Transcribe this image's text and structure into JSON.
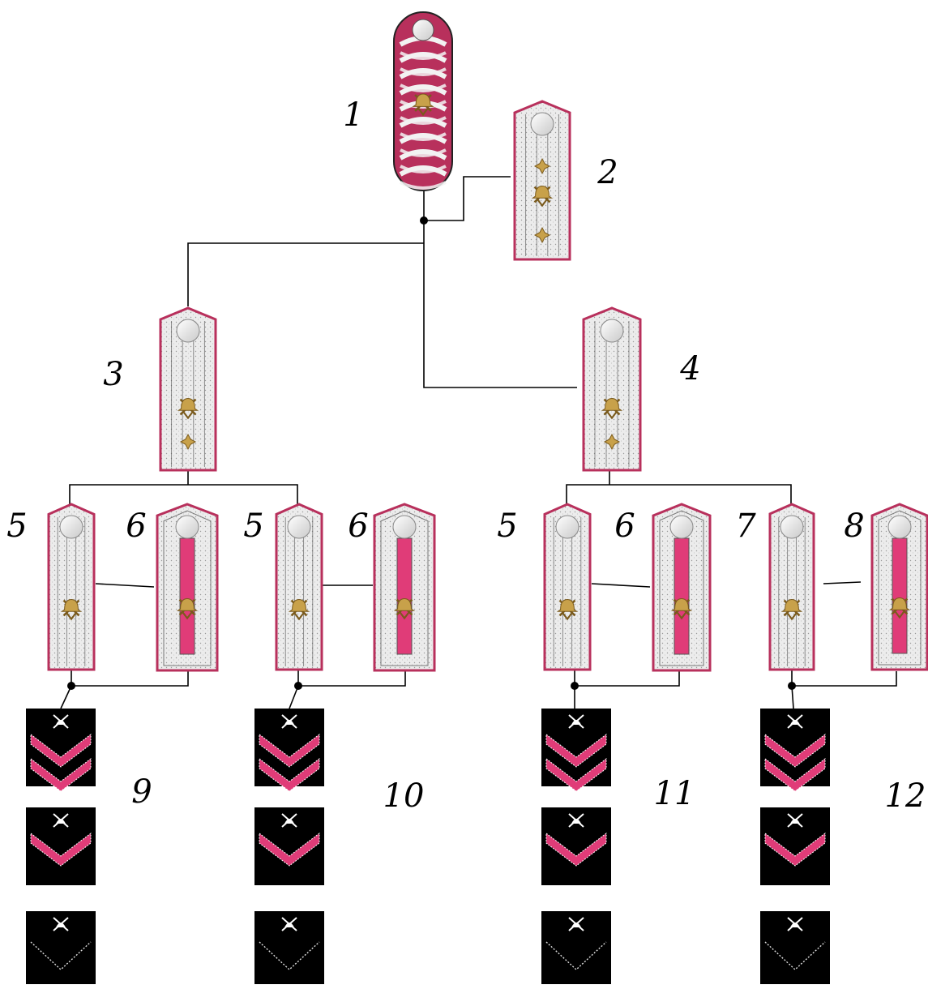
{
  "colors": {
    "piping": "#b8305c",
    "pink": "#e03c78",
    "silver": "#e9e9e9",
    "cord_light": "#f2f2f2",
    "gold": "#c8a14a",
    "gold_dark": "#7a5a1c",
    "patch": "#000000",
    "line": "#000000"
  },
  "labels": {
    "n1": "1",
    "n2": "2",
    "n3": "3",
    "n4": "4",
    "n5a": "5",
    "n6a": "6",
    "n5b": "5",
    "n6b": "6",
    "n5c": "5",
    "n6c": "6",
    "n7": "7",
    "n8": "8",
    "n9": "9",
    "n10": "10",
    "n11": "11",
    "n12": "12"
  },
  "insignia": {
    "1": {
      "type": "braided-shoulder-board",
      "emblems": [
        "fire-helmet-emblem"
      ]
    },
    "2": {
      "type": "silver-shoulder-board",
      "emblems": [
        "pip",
        "fire-helmet-emblem",
        "pip"
      ]
    },
    "3": {
      "type": "silver-shoulder-board",
      "emblems": [
        "fire-helmet-emblem",
        "pip"
      ]
    },
    "4": {
      "type": "silver-shoulder-board",
      "emblems": [
        "fire-helmet-emblem",
        "pip"
      ]
    },
    "5": {
      "type": "silver-shoulder-board",
      "emblems": [
        "fire-helmet-emblem"
      ]
    },
    "6": {
      "type": "bordered-shoulder-board-pink",
      "emblems": [
        "fire-helmet-emblem"
      ]
    },
    "7": {
      "type": "silver-shoulder-board",
      "emblems": [
        "fire-helmet-emblem"
      ]
    },
    "8": {
      "type": "bordered-shoulder-board-pink",
      "emblems": [
        "fire-helmet-emblem"
      ]
    },
    "sleeve_patches": [
      {
        "group": "9",
        "chevrons": [
          2,
          1,
          0
        ]
      },
      {
        "group": "10",
        "chevrons": [
          2,
          1,
          0
        ]
      },
      {
        "group": "11",
        "chevrons": [
          2,
          1,
          0
        ]
      },
      {
        "group": "12",
        "chevrons": [
          2,
          1,
          0
        ]
      }
    ]
  }
}
